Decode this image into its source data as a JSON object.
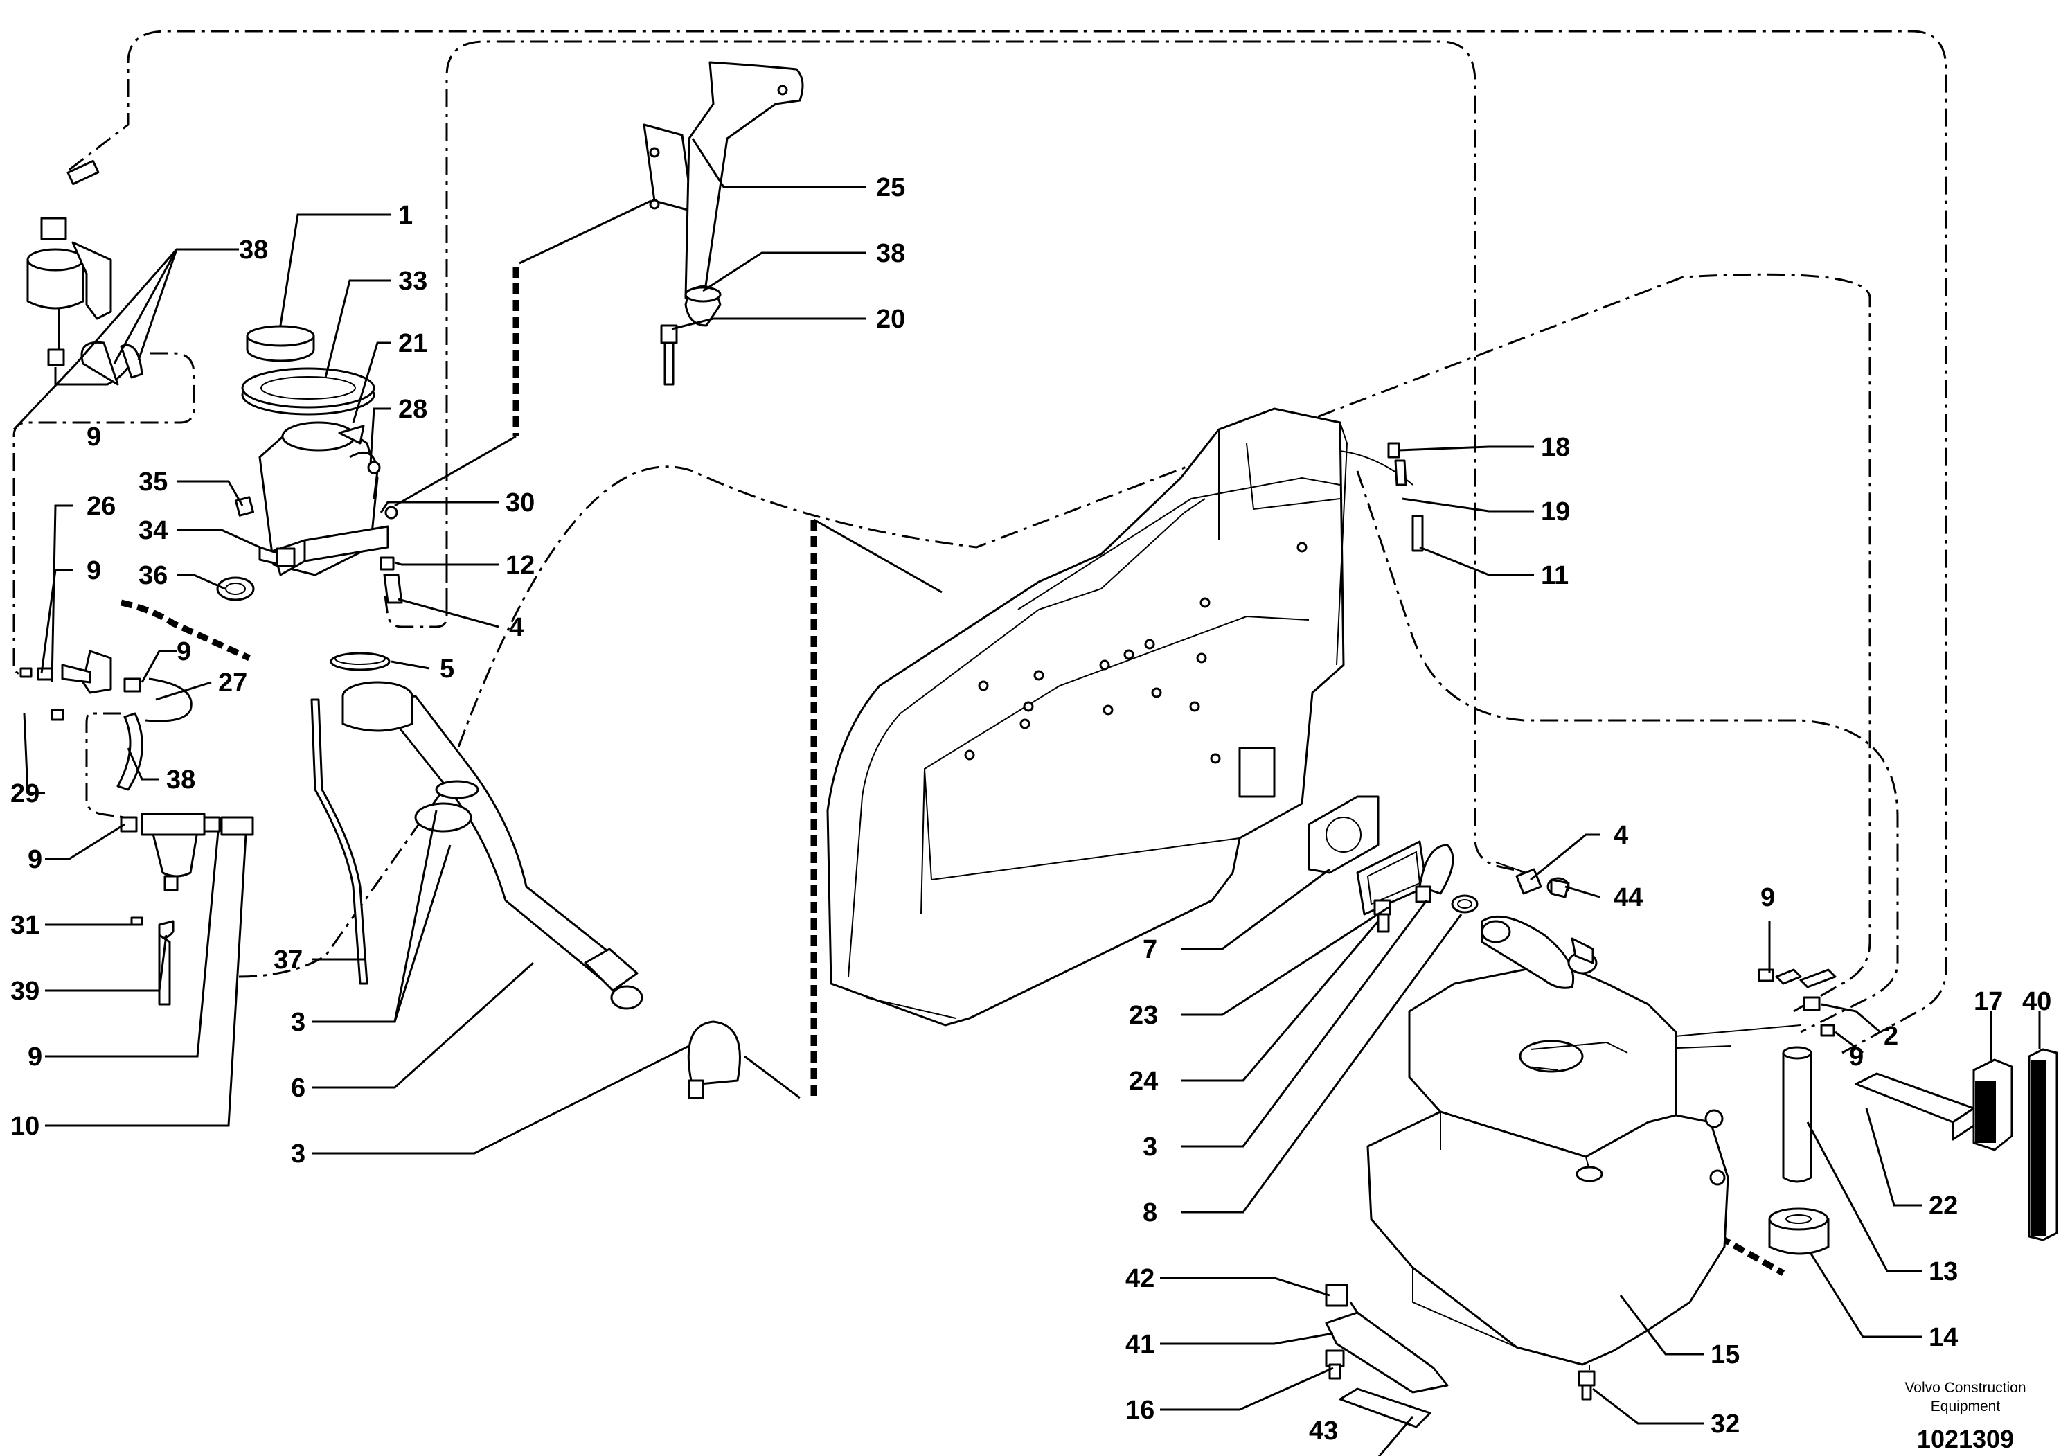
{
  "callouts": [
    {
      "id": "c1",
      "label": "1"
    },
    {
      "id": "c33",
      "label": "33"
    },
    {
      "id": "c21",
      "label": "21"
    },
    {
      "id": "c28",
      "label": "28"
    },
    {
      "id": "c38a",
      "label": "38"
    },
    {
      "id": "c9a",
      "label": "9"
    },
    {
      "id": "c35",
      "label": "35"
    },
    {
      "id": "c34",
      "label": "34"
    },
    {
      "id": "c30",
      "label": "30"
    },
    {
      "id": "c12",
      "label": "12"
    },
    {
      "id": "c36",
      "label": "36"
    },
    {
      "id": "c26",
      "label": "26"
    },
    {
      "id": "c9b",
      "label": "9"
    },
    {
      "id": "c4a",
      "label": "4"
    },
    {
      "id": "c5",
      "label": "5"
    },
    {
      "id": "c9c",
      "label": "9"
    },
    {
      "id": "c27",
      "label": "27"
    },
    {
      "id": "c29",
      "label": "29"
    },
    {
      "id": "c38b",
      "label": "38"
    },
    {
      "id": "c9d",
      "label": "9"
    },
    {
      "id": "c31",
      "label": "31"
    },
    {
      "id": "c39",
      "label": "39"
    },
    {
      "id": "c9e",
      "label": "9"
    },
    {
      "id": "c10",
      "label": "10"
    },
    {
      "id": "c37",
      "label": "37"
    },
    {
      "id": "c3a",
      "label": "3"
    },
    {
      "id": "c6",
      "label": "6"
    },
    {
      "id": "c3b",
      "label": "3"
    },
    {
      "id": "c25",
      "label": "25"
    },
    {
      "id": "c38c",
      "label": "38"
    },
    {
      "id": "c20",
      "label": "20"
    },
    {
      "id": "c18",
      "label": "18"
    },
    {
      "id": "c19",
      "label": "19"
    },
    {
      "id": "c11",
      "label": "11"
    },
    {
      "id": "c4b",
      "label": "4"
    },
    {
      "id": "c44",
      "label": "44"
    },
    {
      "id": "c7",
      "label": "7"
    },
    {
      "id": "c23",
      "label": "23"
    },
    {
      "id": "c24",
      "label": "24"
    },
    {
      "id": "c3c",
      "label": "3"
    },
    {
      "id": "c8",
      "label": "8"
    },
    {
      "id": "c9f",
      "label": "9"
    },
    {
      "id": "c9g",
      "label": "9"
    },
    {
      "id": "c2",
      "label": "2"
    },
    {
      "id": "c17",
      "label": "17"
    },
    {
      "id": "c40",
      "label": "40"
    },
    {
      "id": "c22",
      "label": "22"
    },
    {
      "id": "c13",
      "label": "13"
    },
    {
      "id": "c14",
      "label": "14"
    },
    {
      "id": "c15",
      "label": "15"
    },
    {
      "id": "c42",
      "label": "42"
    },
    {
      "id": "c41",
      "label": "41"
    },
    {
      "id": "c16",
      "label": "16"
    },
    {
      "id": "c43",
      "label": "43"
    },
    {
      "id": "c32",
      "label": "32"
    }
  ],
  "footer": {
    "brand_line1": "Volvo Construction",
    "brand_line2": "Equipment",
    "drawing_number": "1021309"
  },
  "colors": {
    "ink": "#000000",
    "paper": "#ffffff"
  }
}
